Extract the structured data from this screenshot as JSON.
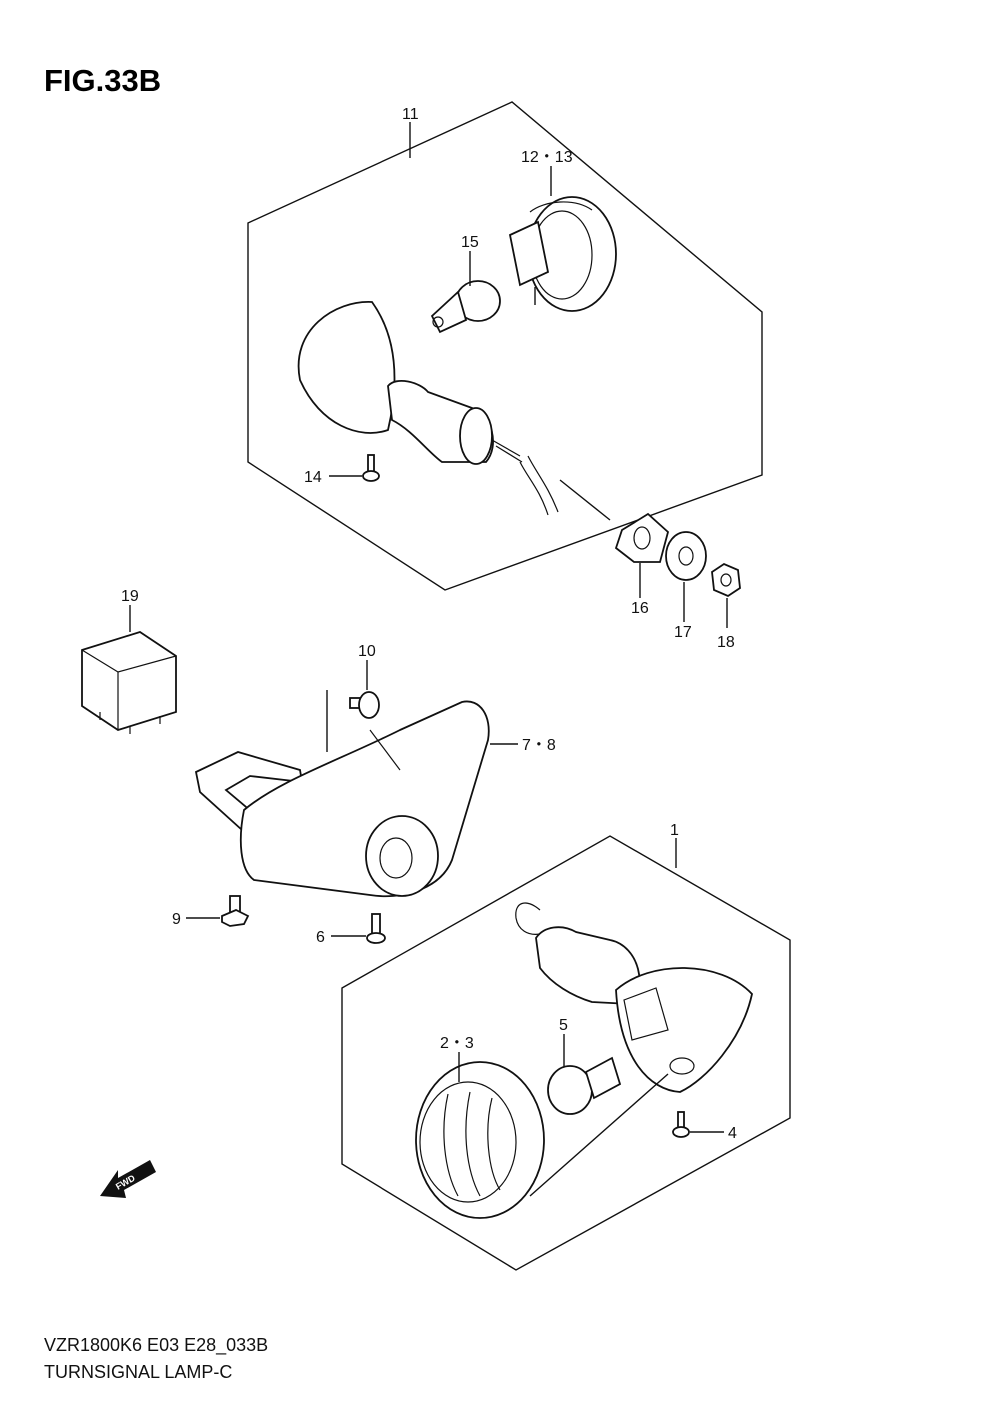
{
  "figure": {
    "title": "FIG.33B"
  },
  "callouts": {
    "p1": "1",
    "p2_3": "2・3",
    "p4": "4",
    "p5": "5",
    "p6": "6",
    "p7_8": "7・8",
    "p9": "9",
    "p10": "10",
    "p11": "11",
    "p12_13": "12・13",
    "p14": "14",
    "p15": "15",
    "p16": "16",
    "p17": "17",
    "p18": "18",
    "p19": "19"
  },
  "fwd_arrow": {
    "label": "FWD",
    "icon": "fwd-arrow-icon"
  },
  "footer": {
    "model_code": "VZR1800K6  E03  E28_033B",
    "caption": "TURNSIGNAL LAMP-C"
  }
}
